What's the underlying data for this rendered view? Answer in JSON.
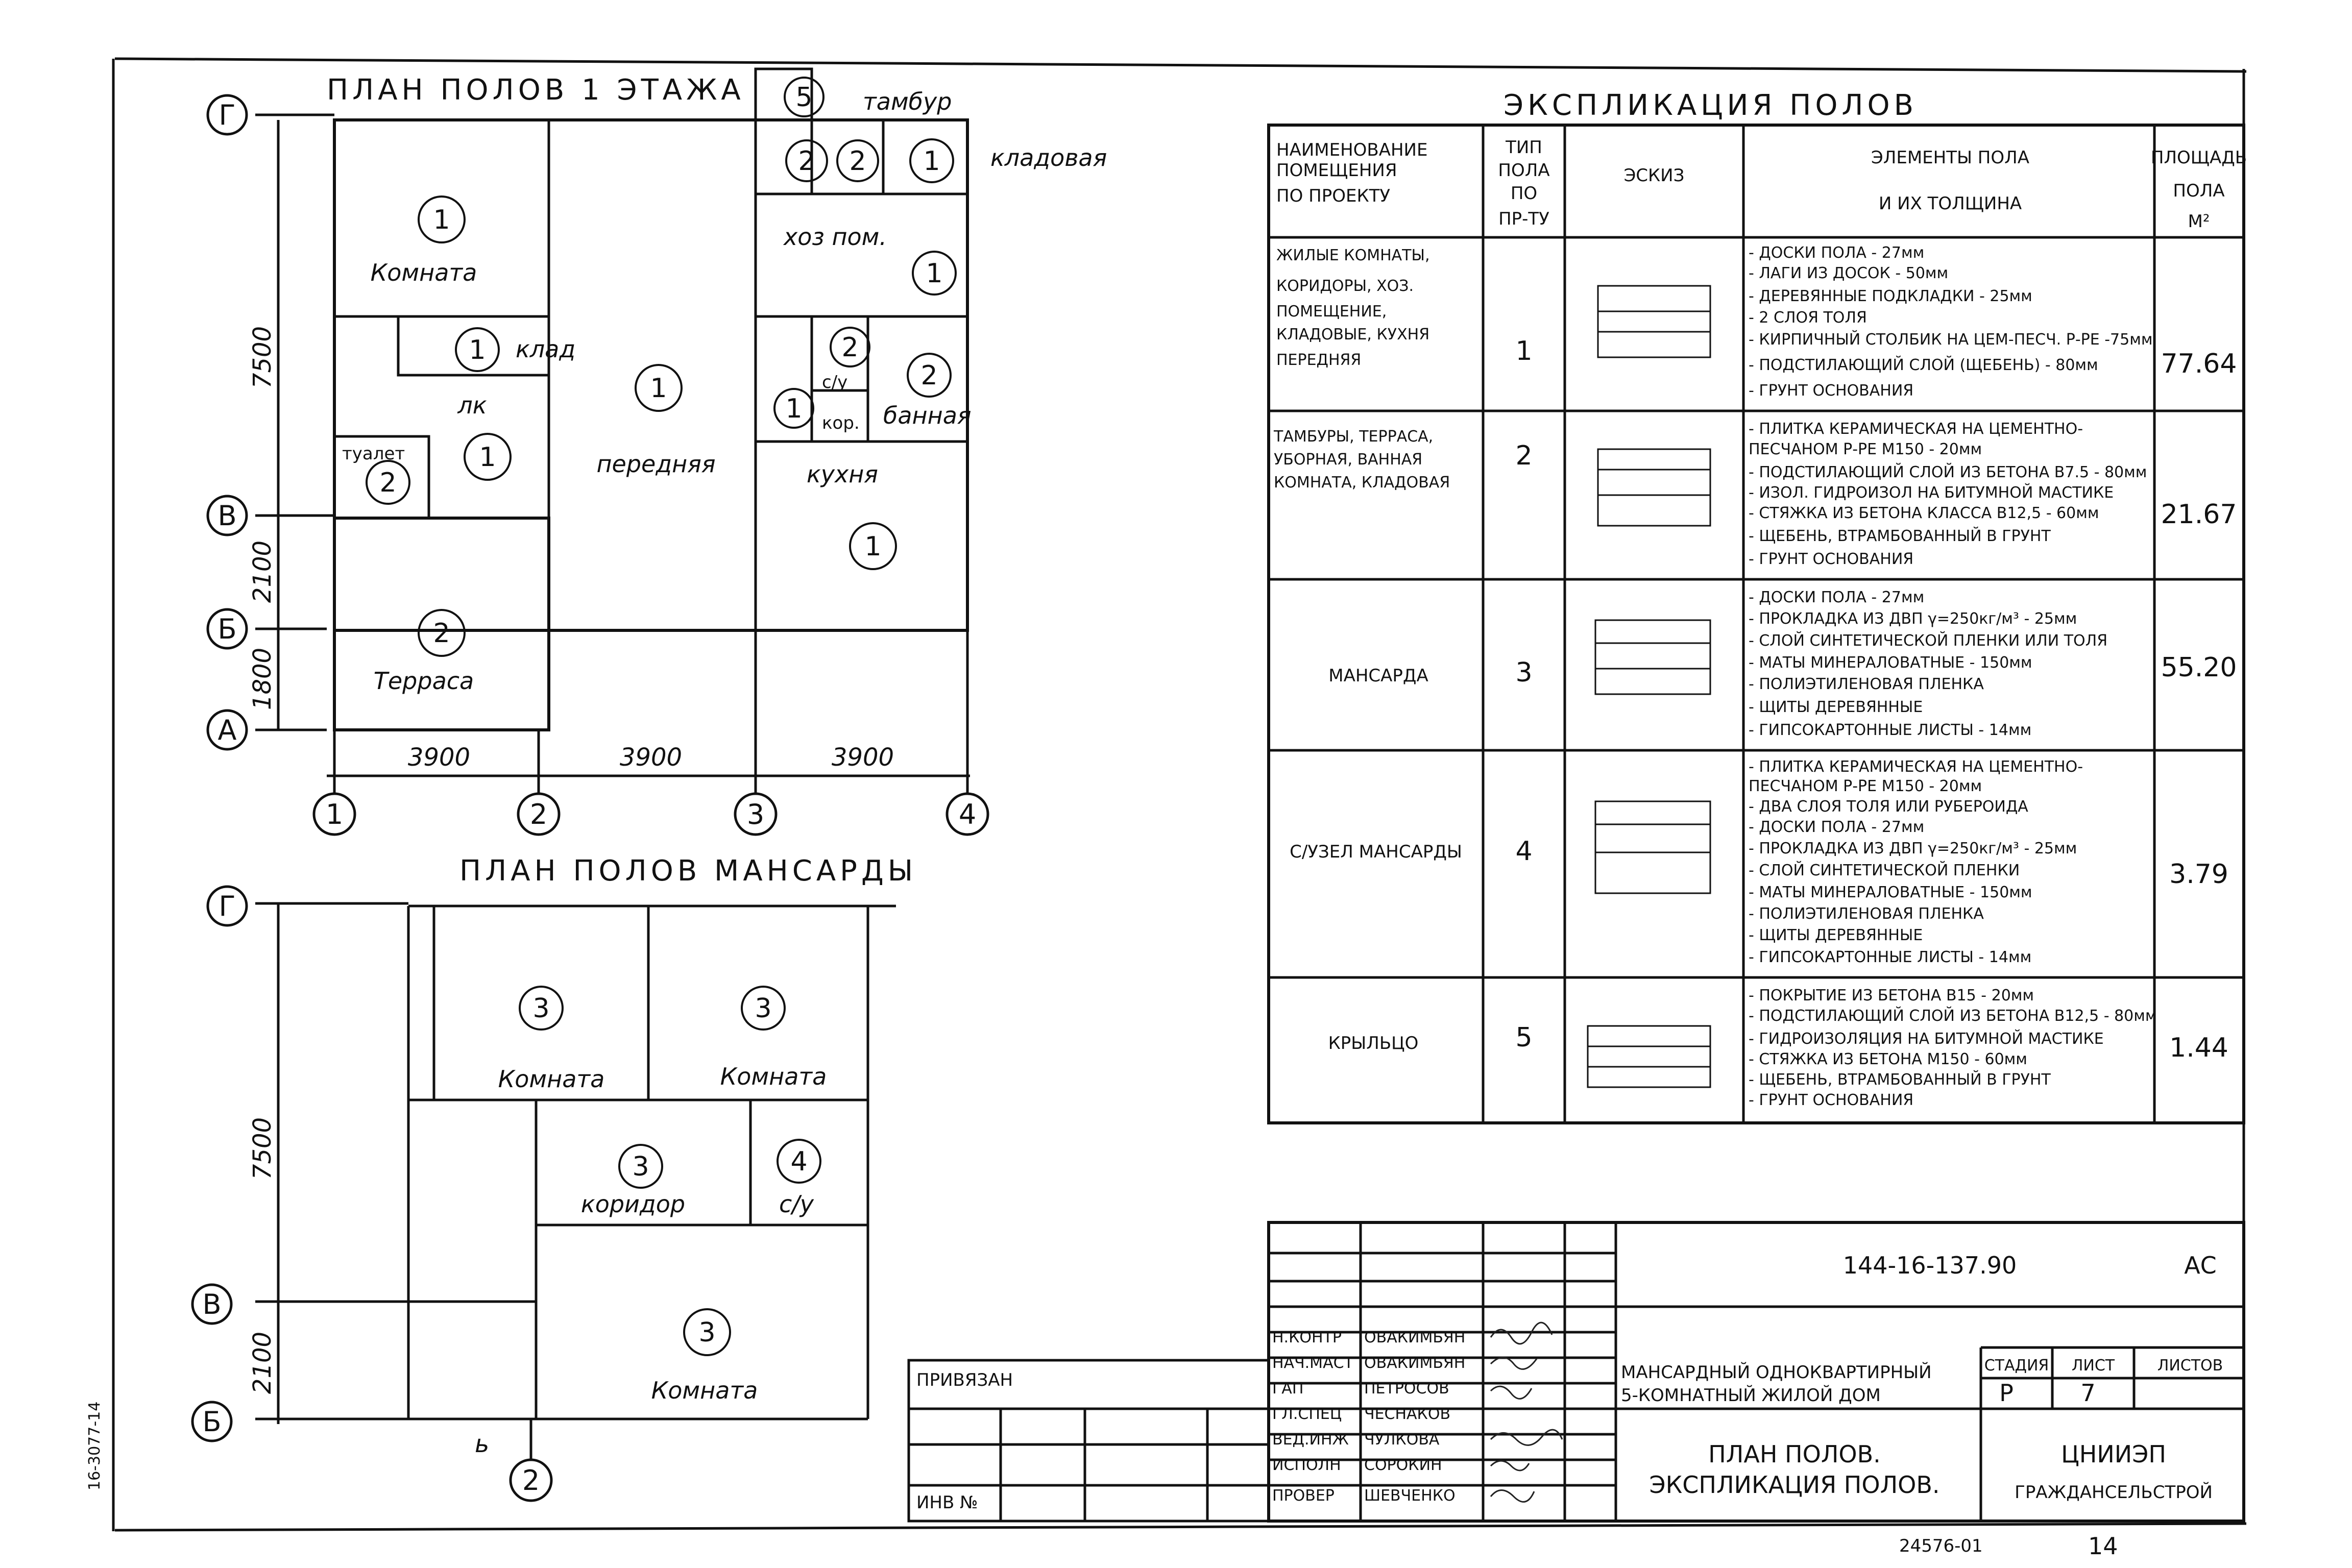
{
  "first_floor": {
    "title": "ПЛАН ПОЛОВ 1 ЭТАЖА",
    "axes_rows": [
      "Г",
      "В",
      "Б",
      "А"
    ],
    "axes_cols": [
      "1",
      "2",
      "3",
      "4"
    ],
    "dim_vertical": [
      "7500",
      "2100",
      "1800"
    ],
    "dim_horizontal": [
      "3900",
      "3900",
      "3900"
    ],
    "rooms": {
      "komnata": "Комната",
      "klad": "клад",
      "lk": "лк",
      "tualet": "туалет",
      "terrasa": "Терраса",
      "perednyaya": "передняя",
      "tambur": "тамбур",
      "kladovaya": "кладовая",
      "hoz_pom": "хоз пом.",
      "su": "с/у",
      "kor": "кор.",
      "bannaya": "банная",
      "kuhnya": "кухня"
    },
    "marks": [
      "1",
      "1",
      "2",
      "1",
      "2",
      "1",
      "5",
      "2",
      "2",
      "1",
      "1",
      "2",
      "2",
      "1",
      "1"
    ]
  },
  "mansard": {
    "title": "ПЛАН ПОЛОВ МАНСАРДЫ",
    "axes_rows": [
      "Г",
      "В",
      "Б"
    ],
    "axis_col": "2",
    "dim_vertical": [
      "7500",
      "2100"
    ],
    "dim_bottom": "ь",
    "rooms": {
      "komnata1": "Комната",
      "komnata2": "Комната",
      "koridor": "коридор",
      "su": "с/у",
      "komnata3": "Комната"
    },
    "marks": [
      "3",
      "3",
      "3",
      "4",
      "3"
    ]
  },
  "explication": {
    "title": "ЭКСПЛИКАЦИЯ ПОЛОВ",
    "headers": {
      "name": [
        "НАИМЕНОВАНИЕ",
        "ПОМЕЩЕНИЯ",
        "ПО ПРОЕКТУ"
      ],
      "type": [
        "ТИП",
        "ПОЛА",
        "ПО",
        "ПР-ТУ"
      ],
      "sketch": "ЭСКИЗ",
      "elements": [
        "ЭЛЕМЕНТЫ ПОЛА",
        "И ИХ ТОЛЩИНА"
      ],
      "area": [
        "ПЛОЩАДЬ",
        "ПОЛА",
        "М²"
      ]
    },
    "rows": [
      {
        "name": [
          "ЖИЛЫЕ КОМНАТЫ,",
          "КОРИДОРЫ, ХОЗ.",
          "ПОМЕЩЕНИЕ,",
          "КЛАДОВЫЕ, КУХНЯ",
          "ПЕРЕДНЯЯ"
        ],
        "type": "1",
        "elements": [
          "- ДОСКИ ПОЛА - 27мм",
          "- ЛАГИ ИЗ ДОСОК - 50мм",
          "- ДЕРЕВЯННЫЕ ПОДКЛАДКИ - 25мм",
          "- 2 СЛОЯ ТОЛЯ",
          "- КИРПИЧНЫЙ СТОЛБИК НА ЦЕМ-ПЕСЧ. Р-РЕ -75мм",
          "- ПОДСТИЛАЮЩИЙ СЛОЙ (ЩЕБЕНЬ) - 80мм",
          "- ГРУНТ ОСНОВАНИЯ"
        ],
        "area": "77.64"
      },
      {
        "name": [
          "ТАМБУРЫ, ТЕРРАСА,",
          "УБОРНАЯ, ВАННАЯ",
          "КОМНАТА, КЛАДОВАЯ"
        ],
        "type": "2",
        "elements": [
          "- ПЛИТКА КЕРАМИЧЕСКАЯ НА ЦЕМЕНТНО-",
          "  ПЕСЧАНОМ Р-РЕ М150 - 20мм",
          "- ПОДСТИЛАЮЩИЙ СЛОЙ ИЗ БЕТОНА В7.5 - 80мм",
          "- ИЗОЛ. ГИДРОИЗОЛ НА БИТУМНОЙ МАСТИКЕ",
          "- СТЯЖКА ИЗ БЕТОНА КЛАССА В12,5 - 60мм",
          "- ЩЕБЕНЬ, ВТРАМБОВАННЫЙ В ГРУНТ",
          "- ГРУНТ ОСНОВАНИЯ"
        ],
        "area": "21.67"
      },
      {
        "name": [
          "МАНСАРДА"
        ],
        "type": "3",
        "elements": [
          "- ДОСКИ ПОЛА - 27мм",
          "- ПРОКЛАДКА ИЗ ДВП γ=250кг/м³ - 25мм",
          "- СЛОЙ СИНТЕТИЧЕСКОЙ ПЛЕНКИ ИЛИ ТОЛЯ",
          "- МАТЫ МИНЕРАЛОВАТНЫЕ - 150мм",
          "- ПОЛИЭТИЛЕНОВАЯ ПЛЕНКА",
          "- ЩИТЫ ДЕРЕВЯННЫЕ",
          "- ГИПСОКАРТОННЫЕ ЛИСТЫ - 14мм"
        ],
        "area": "55.20"
      },
      {
        "name": [
          "С/УЗЕЛ МАНСАРДЫ"
        ],
        "type": "4",
        "elements": [
          "- ПЛИТКА КЕРАМИЧЕСКАЯ НА ЦЕМЕНТНО-",
          "  ПЕСЧАНОМ Р-РЕ М150 - 20мм",
          "- ДВА СЛОЯ ТОЛЯ ИЛИ РУБЕРОИДА",
          "- ДОСКИ ПОЛА - 27мм",
          "- ПРОКЛАДКА ИЗ ДВП γ=250кг/м³ - 25мм",
          "- СЛОЙ СИНТЕТИЧЕСКОЙ ПЛЕНКИ",
          "- МАТЫ МИНЕРАЛОВАТНЫЕ - 150мм",
          "- ПОЛИЭТИЛЕНОВАЯ ПЛЕНКА",
          "- ЩИТЫ ДЕРЕВЯННЫЕ",
          "- ГИПСОКАРТОННЫЕ ЛИСТЫ - 14мм"
        ],
        "area": "3.79"
      },
      {
        "name": [
          "КРЫЛЬЦО"
        ],
        "type": "5",
        "elements": [
          "- ПОКРЫТИЕ ИЗ БЕТОНА В15 - 20мм",
          "- ПОДСТИЛАЮЩИЙ СЛОЙ ИЗ БЕТОНА В12,5 - 80мм",
          "- ГИДРОИЗОЛЯЦИЯ НА БИТУМНОЙ МАСТИКЕ",
          "- СТЯЖКА ИЗ БЕТОНА М150 - 60мм",
          "- ЩЕБЕНЬ, ВТРАМБОВАННЫЙ В ГРУНТ",
          "- ГРУНТ ОСНОВАНИЯ"
        ],
        "area": "1.44"
      }
    ]
  },
  "stamp": {
    "code": "144-16-137.90",
    "series": "АС",
    "privyazan": "ПРИВЯЗАН",
    "inv": "ИНВ №",
    "roles": [
      "Н.КОНТР",
      "НАЧ.МАСТ",
      "ГАП",
      "ГЛ.СПЕЦ",
      "ВЕД.ИНЖ",
      "ИСПОЛН",
      "ПРОВЕР"
    ],
    "names": [
      "ОВАКИМЬЯН",
      "ОВАКИМЬЯН",
      "ПЕТРОСОВ",
      "ЧЕСНАКОВ",
      "ЧУЛКОВА",
      "СОРОКИН",
      "ШЕВЧЕНКО"
    ],
    "project": [
      "МАНСАРДНЫЙ ОДНОКВАРТИРНЫЙ",
      "5-КОМНАТНЫЙ ЖИЛОЙ ДОМ"
    ],
    "sheet_title": [
      "ПЛАН ПОЛОВ.",
      "ЭКСПЛИКАЦИЯ ПОЛОВ."
    ],
    "stage_h": "СТАДИЯ",
    "list_h": "ЛИСТ",
    "lists_h": "ЛИСТОВ",
    "stage": "Р",
    "list": "7",
    "org": [
      "ЦНИИЭП",
      "ГРАЖДАНСЕЛЬСТРОЙ"
    ],
    "footer_num": "24576-01",
    "footer_page": "14",
    "side_code": "16-3077-14"
  }
}
